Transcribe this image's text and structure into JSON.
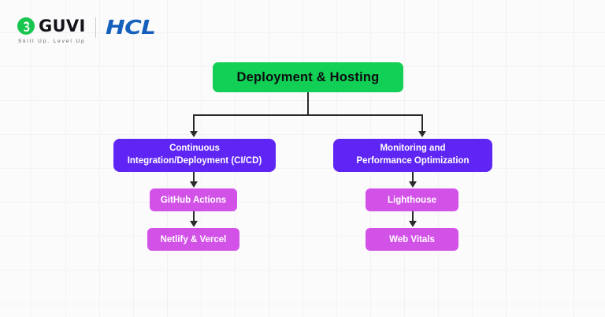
{
  "branding": {
    "guvi_name": "GUVI",
    "guvi_tagline": "Skill Up. Level Up",
    "guvi_mark_icon": "guvi-g-glyph-icon",
    "divider": "brand-divider",
    "hcl_name": "HCL",
    "colors": {
      "guvi_green": "#18c64f",
      "hcl_blue": "#1660bd"
    }
  },
  "diagram": {
    "type": "tree",
    "title": "Deployment & Hosting",
    "colors": {
      "root": "#12cf55",
      "level2": "#5f25f5",
      "level3": "#d252e8",
      "edge": "#2b2b2b",
      "background": "#fbfbfc",
      "grid": "#f2f2f5"
    },
    "root": {
      "label": "Deployment & Hosting"
    },
    "branches": [
      {
        "label_line1": "Continuous",
        "label_line2": "Integration/Deployment (CI/CD)",
        "children": [
          {
            "label": "GitHub Actions"
          },
          {
            "label": "Netlify & Vercel"
          }
        ]
      },
      {
        "label_line1": "Monitoring and",
        "label_line2": "Performance Optimization",
        "children": [
          {
            "label": "Lighthouse"
          },
          {
            "label": "Web Vitals"
          }
        ]
      }
    ]
  }
}
